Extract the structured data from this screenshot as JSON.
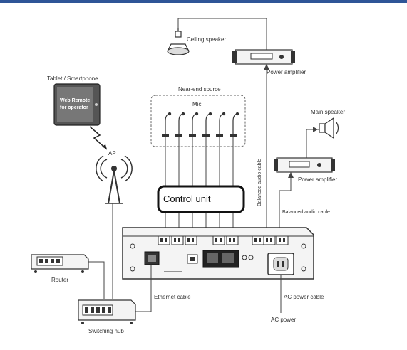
{
  "labels": {
    "ceiling_speaker": "Ceiling speaker",
    "power_amp_top": "Power amplifier",
    "power_amp_mid": "Power amplifier",
    "main_speaker": "Main speaker",
    "tablet": "Tablet / Smartphone",
    "web_remote_line1": "Web Remote",
    "web_remote_line2": "for operator",
    "near_end_source": "Near-end source",
    "mic": "Mic",
    "ap": "AP",
    "control_unit": "Control unit",
    "balanced_audio_vertical": "Balanced audio cable",
    "balanced_audio": "Balanced audio cable",
    "router": "Router",
    "switching_hub": "Switching hub",
    "ethernet_cable": "Ethernet cable",
    "ac_power_cable": "AC power cable",
    "ac_power": "AC power"
  },
  "colors": {
    "top_border": "#2f5597",
    "line": "#444444",
    "device_fill": "#f4f4f4",
    "dark_panel": "#333333"
  },
  "mic_count": 6
}
